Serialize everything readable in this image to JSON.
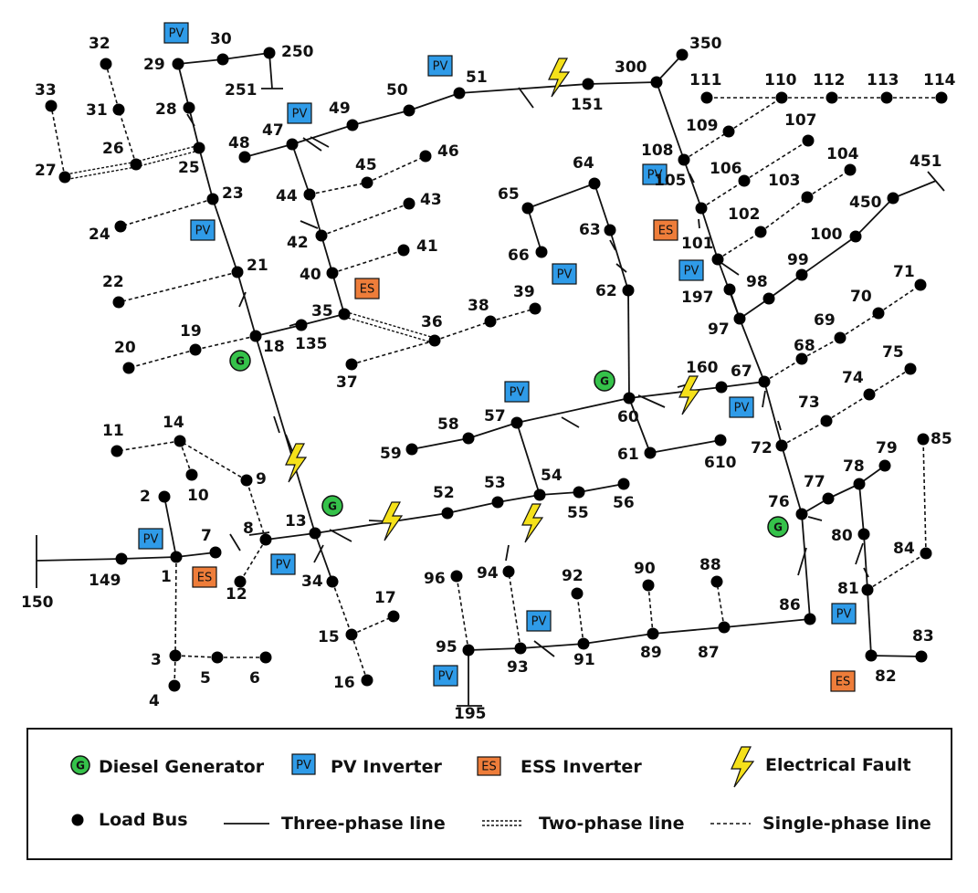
{
  "colors": {
    "line": "#111111",
    "bus": "#000000",
    "pv_fill": "#2f9be8",
    "es_fill": "#ee7d3a",
    "gen_fill": "#35c24a",
    "fault_fill": "#f5e11a"
  },
  "buses": [
    {
      "id": "1",
      "label": "1"
    },
    {
      "id": "2",
      "label": "2"
    },
    {
      "id": "3",
      "label": "3"
    },
    {
      "id": "4",
      "label": "4"
    },
    {
      "id": "5",
      "label": "5"
    },
    {
      "id": "6",
      "label": "6"
    },
    {
      "id": "7",
      "label": "7"
    },
    {
      "id": "8",
      "label": "8"
    },
    {
      "id": "9",
      "label": "9"
    },
    {
      "id": "10",
      "label": "10"
    },
    {
      "id": "11",
      "label": "11"
    },
    {
      "id": "12",
      "label": "12"
    },
    {
      "id": "13",
      "label": "13"
    },
    {
      "id": "14",
      "label": "14"
    },
    {
      "id": "15",
      "label": "15"
    },
    {
      "id": "16",
      "label": "16"
    },
    {
      "id": "17",
      "label": "17"
    },
    {
      "id": "18",
      "label": "18"
    },
    {
      "id": "19",
      "label": "19"
    },
    {
      "id": "20",
      "label": "20"
    },
    {
      "id": "21",
      "label": "21"
    },
    {
      "id": "22",
      "label": "22"
    },
    {
      "id": "23",
      "label": "23"
    },
    {
      "id": "24",
      "label": "24"
    },
    {
      "id": "25",
      "label": "25"
    },
    {
      "id": "26",
      "label": "26"
    },
    {
      "id": "27",
      "label": "27"
    },
    {
      "id": "28",
      "label": "28"
    },
    {
      "id": "29",
      "label": "29"
    },
    {
      "id": "30",
      "label": "30"
    },
    {
      "id": "31",
      "label": "31"
    },
    {
      "id": "32",
      "label": "32"
    },
    {
      "id": "33",
      "label": "33"
    },
    {
      "id": "34",
      "label": "34"
    },
    {
      "id": "35",
      "label": "35"
    },
    {
      "id": "36",
      "label": "36"
    },
    {
      "id": "37",
      "label": "37"
    },
    {
      "id": "38",
      "label": "38"
    },
    {
      "id": "39",
      "label": "39"
    },
    {
      "id": "40",
      "label": "40"
    },
    {
      "id": "41",
      "label": "41"
    },
    {
      "id": "42",
      "label": "42"
    },
    {
      "id": "43",
      "label": "43"
    },
    {
      "id": "44",
      "label": "44"
    },
    {
      "id": "45",
      "label": "45"
    },
    {
      "id": "46",
      "label": "46"
    },
    {
      "id": "47",
      "label": "47"
    },
    {
      "id": "48",
      "label": "48"
    },
    {
      "id": "49",
      "label": "49"
    },
    {
      "id": "50",
      "label": "50"
    },
    {
      "id": "51",
      "label": "51"
    },
    {
      "id": "52",
      "label": "52"
    },
    {
      "id": "53",
      "label": "53"
    },
    {
      "id": "54",
      "label": "54"
    },
    {
      "id": "55",
      "label": "55"
    },
    {
      "id": "56",
      "label": "56"
    },
    {
      "id": "57",
      "label": "57"
    },
    {
      "id": "58",
      "label": "58"
    },
    {
      "id": "59",
      "label": "59"
    },
    {
      "id": "60",
      "label": "60"
    },
    {
      "id": "61",
      "label": "61"
    },
    {
      "id": "62",
      "label": "62"
    },
    {
      "id": "63",
      "label": "63"
    },
    {
      "id": "64",
      "label": "64"
    },
    {
      "id": "65",
      "label": "65"
    },
    {
      "id": "66",
      "label": "66"
    },
    {
      "id": "67",
      "label": "67"
    },
    {
      "id": "68",
      "label": "68"
    },
    {
      "id": "69",
      "label": "69"
    },
    {
      "id": "70",
      "label": "70"
    },
    {
      "id": "71",
      "label": "71"
    },
    {
      "id": "72",
      "label": "72"
    },
    {
      "id": "73",
      "label": "73"
    },
    {
      "id": "74",
      "label": "74"
    },
    {
      "id": "75",
      "label": "75"
    },
    {
      "id": "76",
      "label": "76"
    },
    {
      "id": "77",
      "label": "77"
    },
    {
      "id": "78",
      "label": "78"
    },
    {
      "id": "79",
      "label": "79"
    },
    {
      "id": "80",
      "label": "80"
    },
    {
      "id": "81",
      "label": "81"
    },
    {
      "id": "82",
      "label": "82"
    },
    {
      "id": "83",
      "label": "83"
    },
    {
      "id": "84",
      "label": "84"
    },
    {
      "id": "85",
      "label": "85"
    },
    {
      "id": "86",
      "label": "86"
    },
    {
      "id": "87",
      "label": "87"
    },
    {
      "id": "88",
      "label": "88"
    },
    {
      "id": "89",
      "label": "89"
    },
    {
      "id": "90",
      "label": "90"
    },
    {
      "id": "91",
      "label": "91"
    },
    {
      "id": "92",
      "label": "92"
    },
    {
      "id": "93",
      "label": "93"
    },
    {
      "id": "94",
      "label": "94"
    },
    {
      "id": "95",
      "label": "95"
    },
    {
      "id": "96",
      "label": "96"
    },
    {
      "id": "97",
      "label": "97"
    },
    {
      "id": "98",
      "label": "98"
    },
    {
      "id": "99",
      "label": "99"
    },
    {
      "id": "100",
      "label": "100"
    },
    {
      "id": "101",
      "label": "101"
    },
    {
      "id": "102",
      "label": "102"
    },
    {
      "id": "103",
      "label": "103"
    },
    {
      "id": "104",
      "label": "104"
    },
    {
      "id": "105",
      "label": "105"
    },
    {
      "id": "106",
      "label": "106"
    },
    {
      "id": "107",
      "label": "107"
    },
    {
      "id": "108",
      "label": "108"
    },
    {
      "id": "109",
      "label": "109"
    },
    {
      "id": "110",
      "label": "110"
    },
    {
      "id": "111",
      "label": "111"
    },
    {
      "id": "112",
      "label": "112"
    },
    {
      "id": "113",
      "label": "113"
    },
    {
      "id": "114",
      "label": "114"
    },
    {
      "id": "135",
      "label": "135"
    },
    {
      "id": "149",
      "label": "149"
    },
    {
      "id": "151",
      "label": "151"
    },
    {
      "id": "160",
      "label": "160"
    },
    {
      "id": "197",
      "label": "197"
    },
    {
      "id": "250",
      "label": "250"
    },
    {
      "id": "300",
      "label": "300"
    },
    {
      "id": "350",
      "label": "350"
    },
    {
      "id": "450",
      "label": "450"
    },
    {
      "id": "610",
      "label": "610"
    },
    {
      "id": "150",
      "label": "150"
    },
    {
      "id": "195",
      "label": "195"
    },
    {
      "id": "251",
      "label": "251"
    },
    {
      "id": "451",
      "label": "451"
    }
  ],
  "lines": [
    {
      "from": "150",
      "to": "149",
      "phase": "three"
    },
    {
      "from": "149",
      "to": "1",
      "phase": "three"
    },
    {
      "from": "1",
      "to": "2",
      "phase": "three"
    },
    {
      "from": "1",
      "to": "7",
      "phase": "three"
    },
    {
      "from": "1",
      "to": "3",
      "phase": "single"
    },
    {
      "from": "3",
      "to": "4",
      "phase": "single"
    },
    {
      "from": "3",
      "to": "5",
      "phase": "single"
    },
    {
      "from": "5",
      "to": "6",
      "phase": "single"
    },
    {
      "from": "8",
      "to": "12",
      "phase": "single"
    },
    {
      "from": "8",
      "to": "9",
      "phase": "single"
    },
    {
      "from": "9",
      "to": "14",
      "phase": "single"
    },
    {
      "from": "14",
      "to": "11",
      "phase": "single"
    },
    {
      "from": "14",
      "to": "10",
      "phase": "single"
    },
    {
      "from": "8",
      "to": "13",
      "phase": "three"
    },
    {
      "from": "13",
      "to": "34",
      "phase": "three"
    },
    {
      "from": "34",
      "to": "15",
      "phase": "single"
    },
    {
      "from": "15",
      "to": "16",
      "phase": "single"
    },
    {
      "from": "15",
      "to": "17",
      "phase": "single"
    },
    {
      "from": "13",
      "to": "52",
      "phase": "three"
    },
    {
      "from": "52",
      "to": "53",
      "phase": "three"
    },
    {
      "from": "53",
      "to": "54",
      "phase": "three"
    },
    {
      "from": "54",
      "to": "55",
      "phase": "three"
    },
    {
      "from": "55",
      "to": "56",
      "phase": "three"
    },
    {
      "from": "54",
      "to": "57",
      "phase": "three"
    },
    {
      "from": "57",
      "to": "58",
      "phase": "three"
    },
    {
      "from": "58",
      "to": "59",
      "phase": "three"
    },
    {
      "from": "57",
      "to": "60",
      "phase": "three"
    },
    {
      "from": "60",
      "to": "61",
      "phase": "three"
    },
    {
      "from": "61",
      "to": "610",
      "phase": "three"
    },
    {
      "from": "60",
      "to": "62",
      "phase": "three"
    },
    {
      "from": "62",
      "to": "63",
      "phase": "three"
    },
    {
      "from": "63",
      "to": "64",
      "phase": "three"
    },
    {
      "from": "64",
      "to": "65",
      "phase": "three"
    },
    {
      "from": "65",
      "to": "66",
      "phase": "three"
    },
    {
      "from": "60",
      "to": "160",
      "phase": "three"
    },
    {
      "from": "160",
      "to": "67",
      "phase": "three"
    },
    {
      "from": "67",
      "to": "68",
      "phase": "single"
    },
    {
      "from": "68",
      "to": "69",
      "phase": "single"
    },
    {
      "from": "69",
      "to": "70",
      "phase": "single"
    },
    {
      "from": "70",
      "to": "71",
      "phase": "single"
    },
    {
      "from": "67",
      "to": "72",
      "phase": "three"
    },
    {
      "from": "72",
      "to": "73",
      "phase": "single"
    },
    {
      "from": "73",
      "to": "74",
      "phase": "single"
    },
    {
      "from": "74",
      "to": "75",
      "phase": "single"
    },
    {
      "from": "72",
      "to": "76",
      "phase": "three"
    },
    {
      "from": "76",
      "to": "77",
      "phase": "three"
    },
    {
      "from": "77",
      "to": "78",
      "phase": "three"
    },
    {
      "from": "78",
      "to": "79",
      "phase": "three"
    },
    {
      "from": "78",
      "to": "80",
      "phase": "three"
    },
    {
      "from": "80",
      "to": "81",
      "phase": "three"
    },
    {
      "from": "81",
      "to": "82",
      "phase": "three"
    },
    {
      "from": "82",
      "to": "83",
      "phase": "three"
    },
    {
      "from": "81",
      "to": "84",
      "phase": "single"
    },
    {
      "from": "84",
      "to": "85",
      "phase": "single"
    },
    {
      "from": "76",
      "to": "86",
      "phase": "three"
    },
    {
      "from": "86",
      "to": "87",
      "phase": "three"
    },
    {
      "from": "87",
      "to": "88",
      "phase": "single"
    },
    {
      "from": "87",
      "to": "89",
      "phase": "three"
    },
    {
      "from": "89",
      "to": "90",
      "phase": "single"
    },
    {
      "from": "89",
      "to": "91",
      "phase": "three"
    },
    {
      "from": "91",
      "to": "92",
      "phase": "single"
    },
    {
      "from": "91",
      "to": "93",
      "phase": "three"
    },
    {
      "from": "93",
      "to": "94",
      "phase": "single"
    },
    {
      "from": "93",
      "to": "95",
      "phase": "three"
    },
    {
      "from": "95",
      "to": "96",
      "phase": "single"
    },
    {
      "from": "95",
      "to": "195",
      "phase": "three"
    },
    {
      "from": "67",
      "to": "97",
      "phase": "three"
    },
    {
      "from": "97",
      "to": "197",
      "phase": "three"
    },
    {
      "from": "97",
      "to": "98",
      "phase": "three"
    },
    {
      "from": "98",
      "to": "99",
      "phase": "three"
    },
    {
      "from": "99",
      "to": "100",
      "phase": "three"
    },
    {
      "from": "100",
      "to": "450",
      "phase": "three"
    },
    {
      "from": "450",
      "to": "451",
      "phase": "three"
    },
    {
      "from": "97",
      "to": "101",
      "phase": "three"
    },
    {
      "from": "101",
      "to": "102",
      "phase": "single"
    },
    {
      "from": "102",
      "to": "103",
      "phase": "single"
    },
    {
      "from": "103",
      "to": "104",
      "phase": "single"
    },
    {
      "from": "101",
      "to": "105",
      "phase": "three"
    },
    {
      "from": "105",
      "to": "106",
      "phase": "single"
    },
    {
      "from": "106",
      "to": "107",
      "phase": "single"
    },
    {
      "from": "105",
      "to": "108",
      "phase": "three"
    },
    {
      "from": "108",
      "to": "109",
      "phase": "single"
    },
    {
      "from": "109",
      "to": "110",
      "phase": "single"
    },
    {
      "from": "110",
      "to": "111",
      "phase": "single"
    },
    {
      "from": "110",
      "to": "112",
      "phase": "single"
    },
    {
      "from": "112",
      "to": "113",
      "phase": "single"
    },
    {
      "from": "113",
      "to": "114",
      "phase": "single"
    },
    {
      "from": "108",
      "to": "300",
      "phase": "three"
    },
    {
      "from": "300",
      "to": "350",
      "phase": "three"
    },
    {
      "from": "300",
      "to": "151",
      "phase": "three"
    },
    {
      "from": "13",
      "to": "18",
      "phase": "three"
    },
    {
      "from": "18",
      "to": "19",
      "phase": "single"
    },
    {
      "from": "19",
      "to": "20",
      "phase": "single"
    },
    {
      "from": "18",
      "to": "21",
      "phase": "three"
    },
    {
      "from": "21",
      "to": "22",
      "phase": "single"
    },
    {
      "from": "21",
      "to": "23",
      "phase": "three"
    },
    {
      "from": "23",
      "to": "24",
      "phase": "single"
    },
    {
      "from": "23",
      "to": "25",
      "phase": "three"
    },
    {
      "from": "25",
      "to": "26",
      "phase": "two"
    },
    {
      "from": "26",
      "to": "27",
      "phase": "two"
    },
    {
      "from": "26",
      "to": "31",
      "phase": "single"
    },
    {
      "from": "31",
      "to": "32",
      "phase": "single"
    },
    {
      "from": "27",
      "to": "33",
      "phase": "single"
    },
    {
      "from": "25",
      "to": "28",
      "phase": "three"
    },
    {
      "from": "28",
      "to": "29",
      "phase": "three"
    },
    {
      "from": "29",
      "to": "30",
      "phase": "three"
    },
    {
      "from": "30",
      "to": "250",
      "phase": "three"
    },
    {
      "from": "250",
      "to": "251",
      "phase": "three"
    },
    {
      "from": "18",
      "to": "135",
      "phase": "three"
    },
    {
      "from": "135",
      "to": "35",
      "phase": "three"
    },
    {
      "from": "35",
      "to": "36",
      "phase": "two"
    },
    {
      "from": "36",
      "to": "37",
      "phase": "single"
    },
    {
      "from": "36",
      "to": "38",
      "phase": "single"
    },
    {
      "from": "38",
      "to": "39",
      "phase": "single"
    },
    {
      "from": "35",
      "to": "40",
      "phase": "three"
    },
    {
      "from": "40",
      "to": "41",
      "phase": "single"
    },
    {
      "from": "40",
      "to": "42",
      "phase": "three"
    },
    {
      "from": "42",
      "to": "43",
      "phase": "single"
    },
    {
      "from": "42",
      "to": "44",
      "phase": "three"
    },
    {
      "from": "44",
      "to": "45",
      "phase": "single"
    },
    {
      "from": "45",
      "to": "46",
      "phase": "single"
    },
    {
      "from": "44",
      "to": "47",
      "phase": "three"
    },
    {
      "from": "47",
      "to": "48",
      "phase": "three"
    },
    {
      "from": "47",
      "to": "49",
      "phase": "three"
    },
    {
      "from": "49",
      "to": "50",
      "phase": "three"
    },
    {
      "from": "50",
      "to": "51",
      "phase": "three"
    },
    {
      "from": "51",
      "to": "151",
      "phase": "three"
    }
  ],
  "devices": [
    {
      "type": "pv",
      "bus": "29",
      "text": "PV"
    },
    {
      "type": "pv",
      "bus": "47",
      "text": "PV"
    },
    {
      "type": "pv",
      "bus": "51",
      "text": "PV"
    },
    {
      "type": "pv",
      "bus": "23",
      "text": "PV"
    },
    {
      "type": "pv",
      "bus": "108",
      "text": "PV"
    },
    {
      "type": "pv",
      "bus": "101",
      "text": "PV"
    },
    {
      "type": "pv",
      "bus": "66",
      "text": "PV"
    },
    {
      "type": "pv",
      "bus": "57",
      "text": "PV"
    },
    {
      "type": "pv",
      "bus": "67",
      "text": "PV"
    },
    {
      "type": "pv",
      "bus": "1",
      "text": "PV"
    },
    {
      "type": "pv",
      "bus": "8",
      "text": "PV"
    },
    {
      "type": "pv",
      "bus": "93",
      "text": "PV"
    },
    {
      "type": "pv",
      "bus": "95",
      "text": "PV"
    },
    {
      "type": "pv",
      "bus": "81",
      "text": "PV"
    },
    {
      "type": "es",
      "bus": "40",
      "text": "ES"
    },
    {
      "type": "es",
      "bus": "105",
      "text": "ES"
    },
    {
      "type": "es",
      "bus": "1",
      "text": "ES"
    },
    {
      "type": "es",
      "bus": "82",
      "text": "ES"
    },
    {
      "type": "gen",
      "bus": "18",
      "text": "G"
    },
    {
      "type": "gen",
      "bus": "60",
      "text": "G"
    },
    {
      "type": "gen",
      "bus": "13",
      "text": "G"
    },
    {
      "type": "gen",
      "bus": "76",
      "text": "G"
    }
  ],
  "faults": [
    {
      "between": [
        "151",
        "300"
      ]
    },
    {
      "between": [
        "9",
        "13"
      ]
    },
    {
      "between": [
        "13",
        "52"
      ]
    },
    {
      "between": [
        "54",
        "94"
      ]
    },
    {
      "between": [
        "60",
        "160"
      ]
    }
  ],
  "legend": {
    "diesel_generator": "Diesel Generator",
    "pv_inverter": "PV Inverter",
    "ess_inverter": "ESS Inverter",
    "electrical_fault": "Electrical Fault",
    "load_bus": "Load Bus",
    "three_phase": "Three-phase line",
    "two_phase": "Two-phase line",
    "single_phase": "Single-phase line",
    "g_symbol": "G",
    "pv_symbol": "PV",
    "es_symbol": "ES"
  }
}
